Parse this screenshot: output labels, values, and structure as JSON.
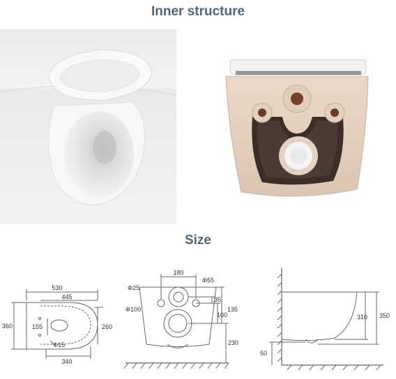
{
  "headings": {
    "inner_structure": "Inner structure",
    "size": "Size"
  },
  "photos": {
    "left": "toilet top view with soft-close seat open",
    "right": "ceramic underside showing inner structure"
  },
  "drawing_top": {
    "length": "530",
    "length_inner": "445",
    "height_left": "360",
    "width_right": "260",
    "bowl_width": "155",
    "hole": "Φ15",
    "base": "340"
  },
  "drawing_back": {
    "top_span": "180",
    "large_hole": "Φ55",
    "small_hole": "Φ25",
    "outlet": "Φ100",
    "spacing_35": "35",
    "spacing_135": "135",
    "spacing_100": "100",
    "floor_height": "230"
  },
  "drawing_side": {
    "height_310": "310",
    "height_350": "350",
    "height_50": "50"
  },
  "colors": {
    "heading": "#556574",
    "line": "#666666",
    "ceramic": "#e6d4c4"
  }
}
